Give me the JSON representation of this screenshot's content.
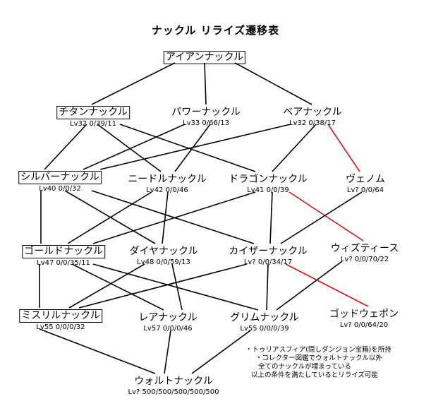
{
  "title": "ナックル リライズ遷移表",
  "colors": {
    "line": "#000000",
    "special_line": "#e01010"
  },
  "nodes": {
    "iron": {
      "name": "アイアンナックル",
      "stats": ""
    },
    "titan": {
      "name": "チタンナックル",
      "stats": "Lv32  0/39/11"
    },
    "power": {
      "name": "パワーナックル",
      "stats": "Lv33  0/66/13"
    },
    "bear": {
      "name": "ベアナックル",
      "stats": "Lv32  0/38/17"
    },
    "silver": {
      "name": "シルバーナックル",
      "stats": "Lv40  0/0/32"
    },
    "needle": {
      "name": "ニードルナックル",
      "stats": "Lv42  0/0/46"
    },
    "dragon": {
      "name": "ドラゴンナックル",
      "stats": "Lv41  0/0/39"
    },
    "venom": {
      "name": "ヴェノム",
      "stats": "Lv?  0/0/64"
    },
    "gold": {
      "name": "ゴールドナックル",
      "stats": "Lv47  0/0/35/11"
    },
    "diamond": {
      "name": "ダイヤナックル",
      "stats": "Lv48  0/0/59/13"
    },
    "kaiser": {
      "name": "カイザーナックル",
      "stats": "Lv?  0/0/34/17"
    },
    "wiz": {
      "name": "ウィズティース",
      "stats": "Lv?  0/0/70/22"
    },
    "mythril": {
      "name": "ミスリルナックル",
      "stats": "Lv55  0/0/0/32"
    },
    "rare": {
      "name": "レアナックル",
      "stats": "Lv57  0/0/0/46"
    },
    "grim": {
      "name": "グリムナックル",
      "stats": "Lv55  0/0/0/39"
    },
    "god": {
      "name": "ゴッドウェポン",
      "stats": "Lv?  0/0/64/20"
    },
    "walt": {
      "name": "ウォルトナックル",
      "stats": "Lv?  500/500/500/500/500"
    }
  },
  "notes": [
    "・トゥリアスフィア(隠しダンジョン宝箱)を所持",
    "・コレクター図鑑でウォルトナックル以外",
    "全てのナックルが埋まっている",
    "以上の条件を満たしているとリライズ可能"
  ]
}
